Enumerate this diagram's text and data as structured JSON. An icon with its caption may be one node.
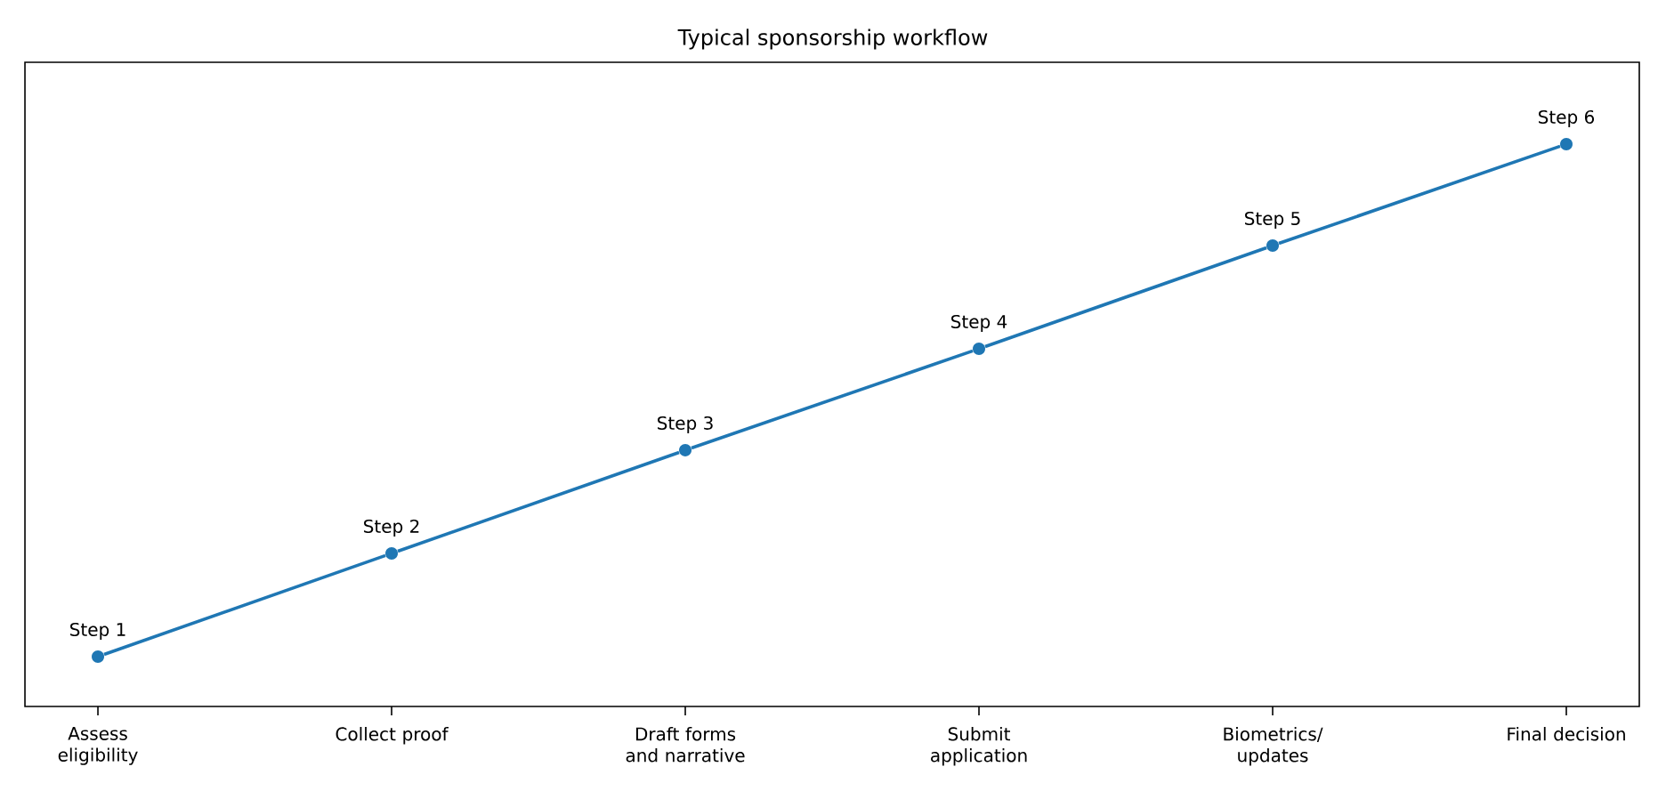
{
  "diagram": {
    "title": "Typical sponsorship workflow",
    "nodes": [
      {
        "text": [],
        "shape": "circle",
        "beside": [
          "Step 1"
        ]
      },
      {
        "text": [],
        "shape": "circle",
        "beside": [
          "Step 2"
        ]
      },
      {
        "text": [],
        "shape": "circle",
        "beside": [
          "Step 3"
        ]
      },
      {
        "text": [],
        "shape": "circle",
        "beside": [
          "Step 4"
        ]
      },
      {
        "text": [],
        "shape": "circle",
        "beside": [
          "Step 5"
        ]
      },
      {
        "text": [],
        "shape": "circle",
        "beside": [
          "Step 6"
        ]
      }
    ],
    "edges": [
      {
        "from": 0,
        "to": 1,
        "arrow": "none"
      },
      {
        "from": 1,
        "to": 2,
        "arrow": "none"
      },
      {
        "from": 2,
        "to": 3,
        "arrow": "none"
      },
      {
        "from": 3,
        "to": 4,
        "arrow": "none"
      },
      {
        "from": 4,
        "to": 5,
        "arrow": "none"
      }
    ],
    "labels": [
      "Assess eligibility",
      "Collect proof",
      "Draft forms and narrative",
      "Submit application",
      "Biometrics/ updates",
      "Final decision"
    ]
  }
}
